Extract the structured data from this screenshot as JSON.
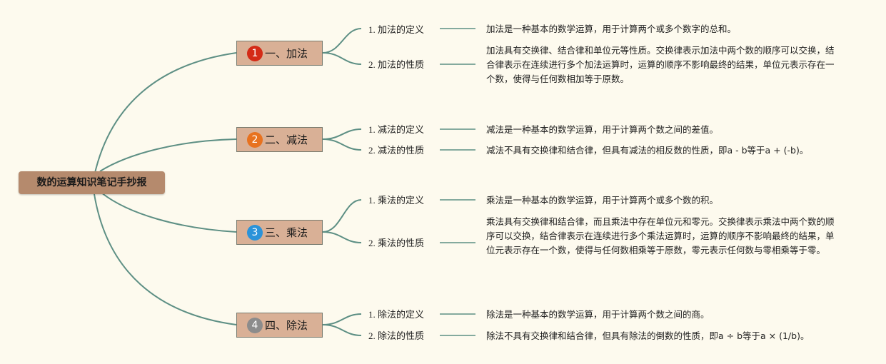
{
  "root": {
    "label": "数的运算知识笔记手抄报"
  },
  "colors": {
    "line": "#5d8f84",
    "root_fill": "#b58a6d",
    "branch_fill": "#d9b096",
    "background": "#fdfaee"
  },
  "branches": [
    {
      "number": "1",
      "badge_color": "#d42b17",
      "label": "一、加法",
      "items": [
        {
          "label": "1. 加法的定义",
          "desc": "加法是一种基本的数学运算，用于计算两个或多个数字的总和。"
        },
        {
          "label": "2. 加法的性质",
          "desc": "加法具有交换律、结合律和单位元等性质。交换律表示加法中两个数的顺序可以交换，结合律表示在连续进行多个加法运算时，运算的顺序不影响最终的结果，单位元表示存在一个数，使得与任何数相加等于原数。"
        }
      ]
    },
    {
      "number": "2",
      "badge_color": "#e8721f",
      "label": "二、减法",
      "items": [
        {
          "label": "1. 减法的定义",
          "desc": "减法是一种基本的数学运算，用于计算两个数之间的差值。"
        },
        {
          "label": "2. 减法的性质",
          "desc": "减法不具有交换律和结合律，但具有减法的相反数的性质，即a - b等于a + (-b)。"
        }
      ]
    },
    {
      "number": "3",
      "badge_color": "#2b93d9",
      "label": "三、乘法",
      "items": [
        {
          "label": "1. 乘法的定义",
          "desc": "乘法是一种基本的数学运算，用于计算两个或多个数的积。"
        },
        {
          "label": "2. 乘法的性质",
          "desc": "乘法具有交换律和结合律，而且乘法中存在单位元和零元。交换律表示乘法中两个数的顺序可以交换，结合律表示在连续进行多个乘法运算时，运算的顺序不影响最终的结果，单位元表示存在一个数，使得与任何数相乘等于原数，零元表示任何数与零相乘等于零。"
        }
      ]
    },
    {
      "number": "4",
      "badge_color": "#8c8c8c",
      "label": "四、除法",
      "items": [
        {
          "label": "1. 除法的定义",
          "desc": "除法是一种基本的数学运算，用于计算两个数之间的商。"
        },
        {
          "label": "2. 除法的性质",
          "desc": "除法不具有交换律和结合律，但具有除法的倒数的性质，即a ÷ b等于a × (1/b)。"
        }
      ]
    }
  ]
}
